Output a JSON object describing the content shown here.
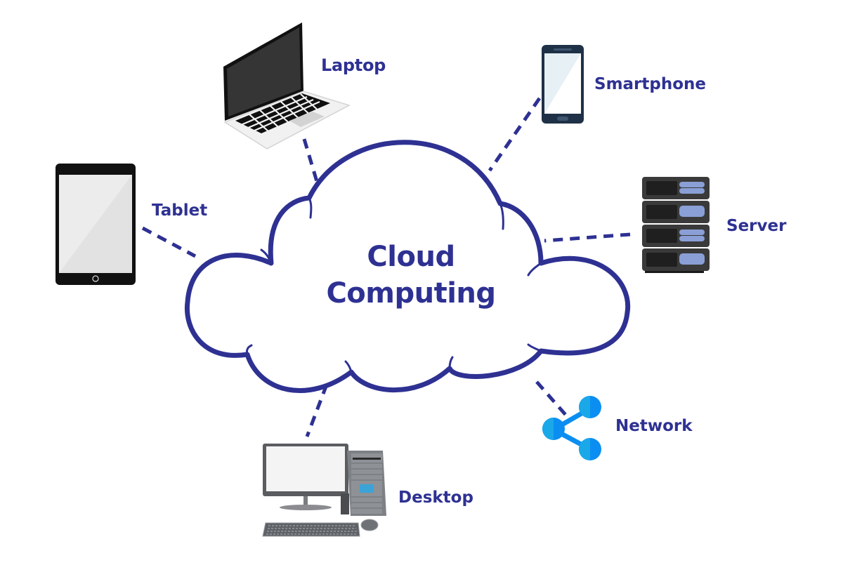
{
  "diagram": {
    "center": {
      "line1": "Cloud",
      "line2": "Computing"
    },
    "nodes": [
      {
        "id": "laptop",
        "label": "Laptop",
        "icon": "laptop-icon"
      },
      {
        "id": "smartphone",
        "label": "Smartphone",
        "icon": "smartphone-icon"
      },
      {
        "id": "tablet",
        "label": "Tablet",
        "icon": "tablet-icon"
      },
      {
        "id": "server",
        "label": "Server",
        "icon": "server-icon"
      },
      {
        "id": "network",
        "label": "Network",
        "icon": "share-network-icon"
      },
      {
        "id": "desktop",
        "label": "Desktop",
        "icon": "desktop-computer-icon"
      }
    ],
    "colors": {
      "primary": "#2e3192",
      "network_blue": "#1da1f2",
      "network_blue_dark": "#0b8ef2",
      "server_body": "#3a3a3a",
      "server_slot": "#1f1f1f",
      "server_led": "#8a9fd6",
      "phone_body": "#1f3146",
      "background": "#ffffff"
    }
  }
}
